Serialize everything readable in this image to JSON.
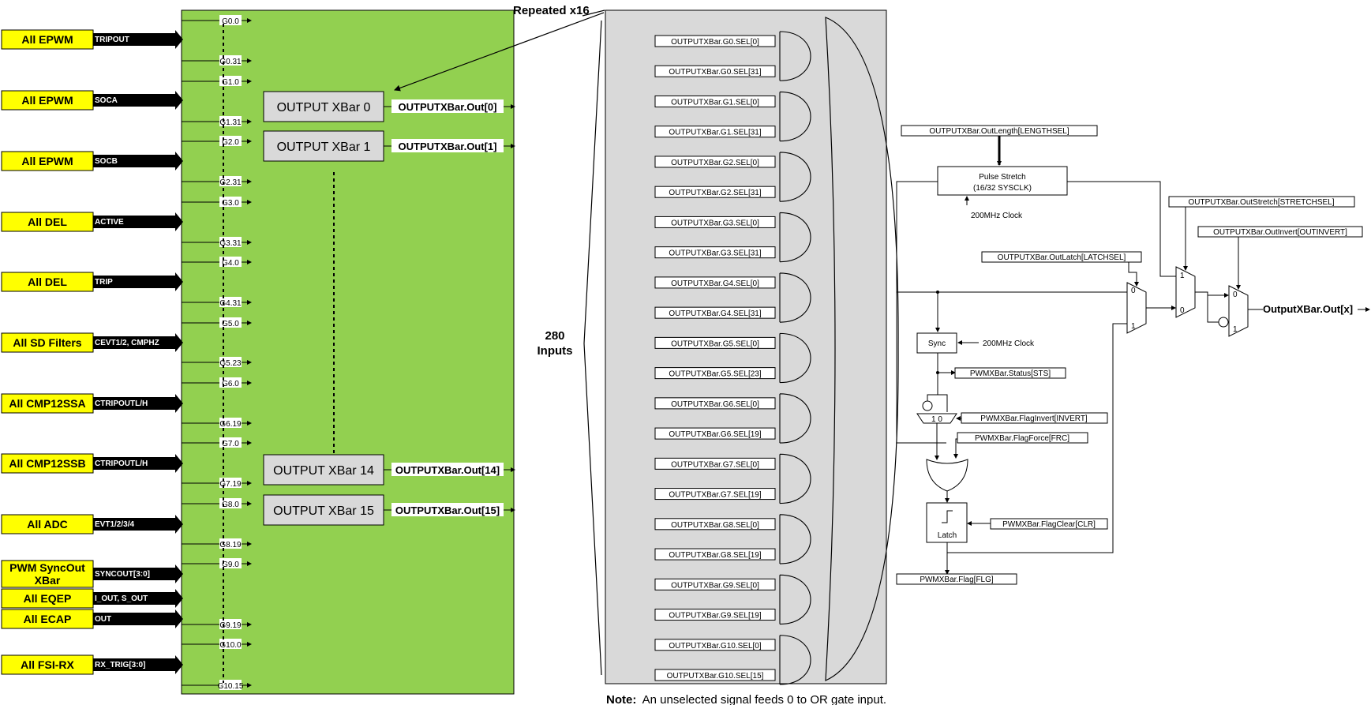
{
  "sources": [
    {
      "name": "All EPWM",
      "signal": "TRIPOUT",
      "g_top": "G0.0",
      "g_bot": "G0.31"
    },
    {
      "name": "All EPWM",
      "signal": "SOCA",
      "g_top": "G1.0",
      "g_bot": "G1.31"
    },
    {
      "name": "All EPWM",
      "signal": "SOCB",
      "g_top": "G2.0",
      "g_bot": "G2.31"
    },
    {
      "name": "All DEL",
      "signal": "ACTIVE",
      "g_top": "G3.0",
      "g_bot": "G3.31"
    },
    {
      "name": "All DEL",
      "signal": "TRIP",
      "g_top": "G4.0",
      "g_bot": "G4.31"
    },
    {
      "name": "All SD Filters",
      "signal": "CEVT1/2, CMPHZ",
      "g_top": "G5.0",
      "g_bot": "G5.23"
    },
    {
      "name": "All CMP12SSA",
      "signal": "CTRIPOUTL/H",
      "g_top": "G6.0",
      "g_bot": "G6.19"
    },
    {
      "name": "All CMP12SSB",
      "signal": "CTRIPOUTL/H",
      "g_top": "G7.0",
      "g_bot": "G7.19"
    },
    {
      "name": "All ADC",
      "signal": "EVT1/2/3/4",
      "g_top": "G8.0",
      "g_bot": "G8.19"
    },
    {
      "name": "PWM SyncOut",
      "name2": "XBar",
      "signal": "SYNCOUT[3:0]",
      "g_top": "G9.0",
      "g_bot": ""
    },
    {
      "name": "All EQEP",
      "signal": "I_OUT, S_OUT",
      "g_top": "",
      "g_bot": ""
    },
    {
      "name": "All ECAP",
      "signal": "OUT",
      "g_top": "",
      "g_bot": "G9.19"
    },
    {
      "name": "All FSI-RX",
      "signal": "RX_TRIG[3:0]",
      "g_top": "G10.0",
      "g_bot": "G10.15"
    }
  ],
  "xbars": [
    {
      "label": "OUTPUT XBar 0",
      "out": "OUTPUTXBar.Out[0]"
    },
    {
      "label": "OUTPUT XBar 1",
      "out": "OUTPUTXBar.Out[1]"
    },
    {
      "label": "OUTPUT XBar 14",
      "out": "OUTPUTXBar.Out[14]"
    },
    {
      "label": "OUTPUT XBar 15",
      "out": "OUTPUTXBar.Out[15]"
    }
  ],
  "repeated_label": "Repeated x16",
  "inputs_label_1": "280",
  "inputs_label_2": "Inputs",
  "sel_labels": [
    "OUTPUTXBar.G0.SEL[0]",
    "OUTPUTXBar.G0.SEL[31]",
    "OUTPUTXBar.G1.SEL[0]",
    "OUTPUTXBar.G1.SEL[31]",
    "OUTPUTXBar.G2.SEL[0]",
    "OUTPUTXBar.G2.SEL[31]",
    "OUTPUTXBar.G3.SEL[0]",
    "OUTPUTXBar.G3.SEL[31]",
    "OUTPUTXBar.G4.SEL[0]",
    "OUTPUTXBar.G4.SEL[31]",
    "OUTPUTXBar.G5.SEL[0]",
    "OUTPUTXBar.G5.SEL[23]",
    "OUTPUTXBar.G6.SEL[0]",
    "OUTPUTXBar.G6.SEL[19]",
    "OUTPUTXBar.G7.SEL[0]",
    "OUTPUTXBar.G7.SEL[19]",
    "OUTPUTXBar.G8.SEL[0]",
    "OUTPUTXBar.G8.SEL[19]",
    "OUTPUTXBar.G9.SEL[0]",
    "OUTPUTXBar.G9.SEL[19]",
    "OUTPUTXBar.G10.SEL[0]",
    "OUTPUTXBar.G10.SEL[15]"
  ],
  "note_bold": "Note:",
  "note_text": "An unselected signal feeds 0 to OR gate input.",
  "right": {
    "out_length": "OUTPUTXBar.OutLength[LENGTHSEL]",
    "pulse_stretch_1": "Pulse Stretch",
    "pulse_stretch_2": "(16/32 SYSCLK)",
    "clock_1": "200MHz Clock",
    "out_stretch": "OUTPUTXBar.OutStretch[STRETCHSEL]",
    "out_invert": "OUTPUTXBar.OutInvert[OUTINVERT]",
    "out_latch": "OUTPUTXBar.OutLatch[LATCHSEL]",
    "sync": "Sync",
    "clock_2": "200MHz Clock",
    "status": "PWMXBar.Status[STS]",
    "flag_invert": "PWMXBar.FlagInvert[INVERT]",
    "flag_force": "PWMXBar.FlagForce[FRC]",
    "latch": "Latch",
    "flag_clear": "PWMXBar.FlagClear[CLR]",
    "flag": "PWMXBar.Flag[FLG]",
    "final_out": "OutputXBar.Out[x]",
    "mux_0": "0",
    "mux_1": "1",
    "inv_mux": "1 0"
  },
  "colors": {
    "green": "#92d050",
    "yellow": "#ffff00",
    "gray_panel": "#d9d9d9",
    "xbar_box": "#d9d9d9"
  }
}
